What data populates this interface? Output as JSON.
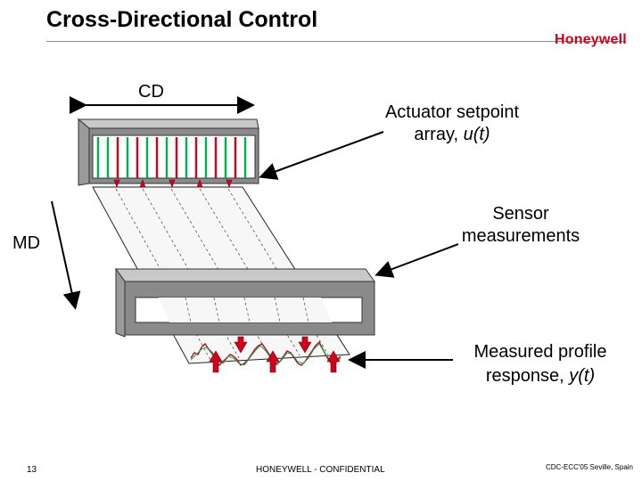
{
  "title": "Cross-Directional Control",
  "logo": "Honeywell",
  "labels": {
    "cd": "CD",
    "md": "MD",
    "actuator_line1": "Actuator setpoint",
    "actuator_line2_prefix": "array, ",
    "actuator_line2_var": "u(t)",
    "sensor_line1": "Sensor",
    "sensor_line2": "measurements",
    "profile_line1": "Measured profile",
    "profile_line2_prefix": "response, ",
    "profile_line2_var": "y(t)"
  },
  "footer": {
    "page_number": "13",
    "confidential": "HONEYWELL - CONFIDENTIAL",
    "event": "CDC-ECC'05 Seville, Spain"
  },
  "colors": {
    "accent_red": "#d0021b",
    "actuator_green": "#00b050",
    "frame_gray": "#8a8a8a",
    "frame_dark": "#5a5a5a"
  }
}
